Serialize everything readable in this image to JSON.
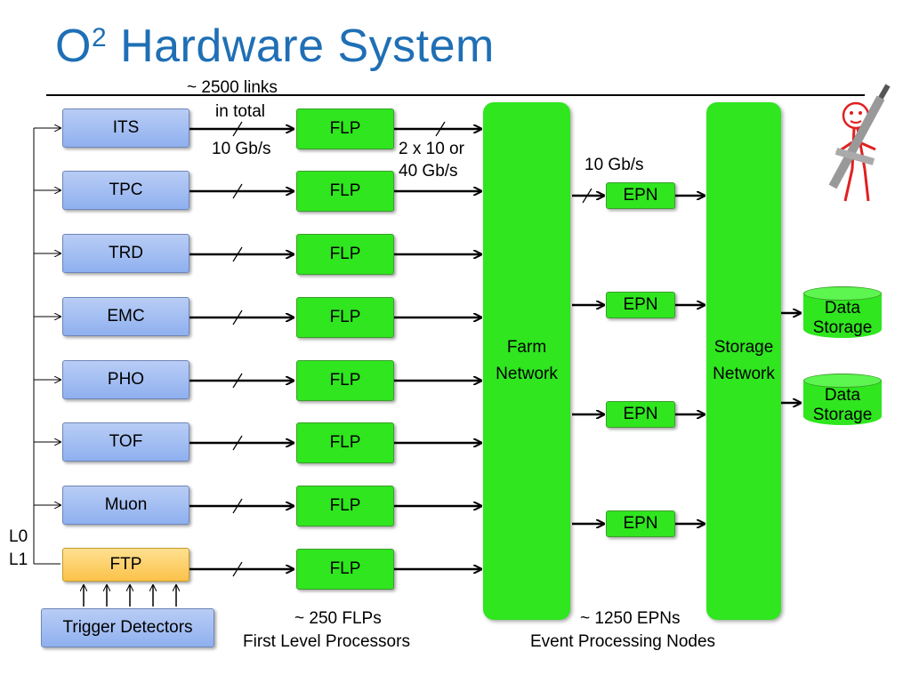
{
  "title": {
    "main": "O",
    "sup": "2",
    "rest": " Hardware System"
  },
  "detectors": [
    "ITS",
    "TPC",
    "TRD",
    "EMC",
    "PHO",
    "TOF",
    "Muon"
  ],
  "ftp": "FTP",
  "trigger": "Trigger Detectors",
  "l_labels": {
    "l0": "L0",
    "l1": "L1"
  },
  "flp_label": "FLP",
  "epn_label": "EPN",
  "links": {
    "line1": "~ 2500 links",
    "line2": "in total",
    "rate": "10 Gb/s"
  },
  "flp_rate": {
    "line1": "2 x 10 or",
    "line2": "40 Gb/s"
  },
  "epn_rate": "10 Gb/s",
  "farm": {
    "line1": "Farm",
    "line2": "Network"
  },
  "storage_net": {
    "line1": "Storage",
    "line2": "Network"
  },
  "data_storage": {
    "line1": "Data",
    "line2": "Storage"
  },
  "flp_caption": {
    "line1": "~ 250 FLPs",
    "line2": "First Level Processors"
  },
  "epn_caption": {
    "line1": "~ 1250 EPNs",
    "line2": "Event Processing Nodes"
  },
  "colors": {
    "title": "#1f6fb5",
    "green": "#2fe61f",
    "detector_blue": "#9ab8f2",
    "ftp_orange": "#fbc24a"
  }
}
